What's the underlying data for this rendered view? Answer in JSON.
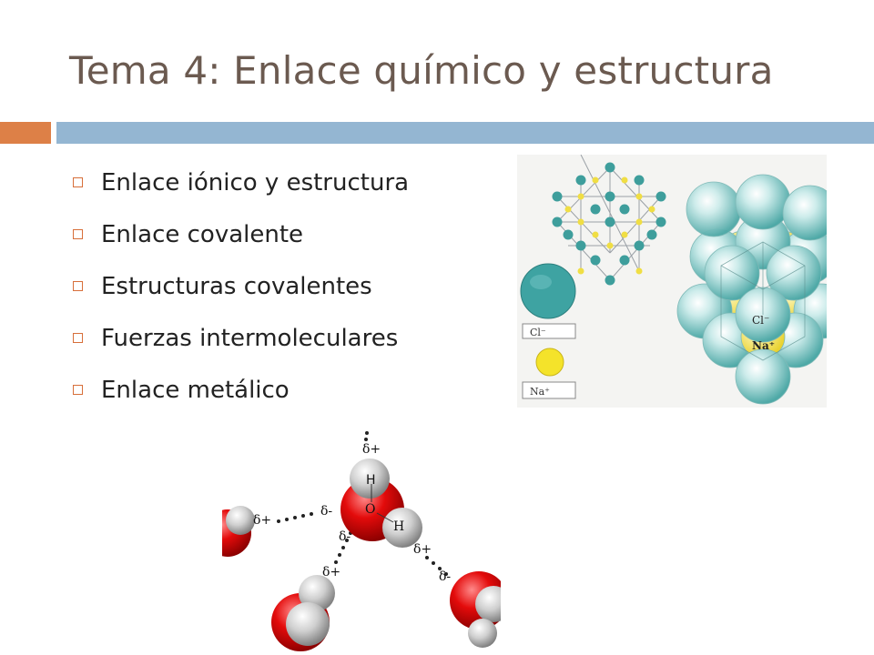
{
  "slide": {
    "title": "Tema 4: Enlace químico y estructura",
    "colors": {
      "accent_orange": "#dd8047",
      "accent_blue": "#94b6d2",
      "title": "#6b5a50",
      "bullet_marker": "#d76f3a"
    },
    "bullets": [
      {
        "label": "Enlace iónico y estructura"
      },
      {
        "label": "Enlace covalente"
      },
      {
        "label": "Estructuras covalentes"
      },
      {
        "label": "Fuerzas intermoleculares"
      },
      {
        "label": "Enlace metálico"
      }
    ]
  },
  "nacl_figure": {
    "legend": [
      {
        "label": "Cl⁻"
      },
      {
        "label": "Na⁺"
      }
    ],
    "sphere_labels": {
      "cl": "Cl⁻",
      "na": "Na⁺"
    }
  },
  "water_figure": {
    "atoms": {
      "oxygen": "O",
      "hydrogen_top": "H",
      "hydrogen_right": "H"
    },
    "charges": {
      "top": "δ+",
      "left_outer": "δ+",
      "left_inner": "δ-",
      "lower_left_inner": "δ-",
      "lower_left_outer": "δ+",
      "right_inner": "δ+",
      "right_outer": "δ-"
    }
  }
}
